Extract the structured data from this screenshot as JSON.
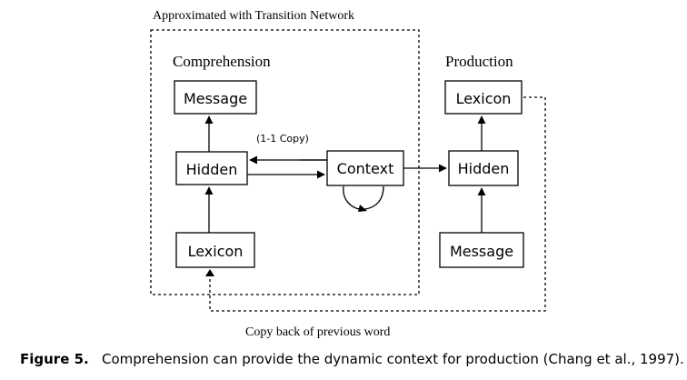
{
  "outer_region_label": "Approximated with Transition Network",
  "comprehension": {
    "title": "Comprehension",
    "message": "Message",
    "hidden": "Hidden",
    "lexicon": "Lexicon",
    "context": "Context",
    "copy_label": "(1-1 Copy)"
  },
  "production": {
    "title": "Production",
    "lexicon": "Lexicon",
    "hidden": "Hidden",
    "message": "Message"
  },
  "copy_back_label": "Copy back of previous word",
  "caption": {
    "label": "Figure 5.",
    "text": "Comprehension can provide the dynamic context for production (Chang et al., 1997)."
  }
}
